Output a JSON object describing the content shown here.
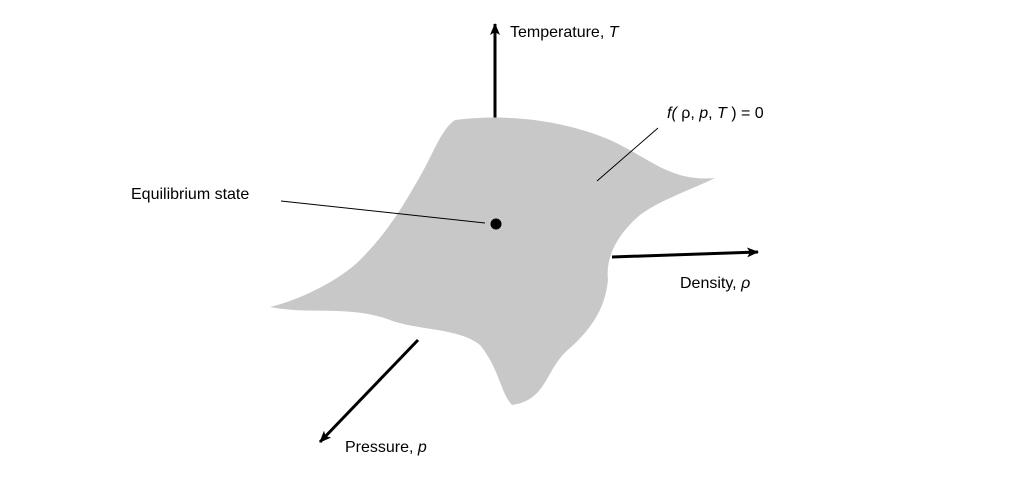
{
  "diagram": {
    "axes": {
      "temperature": {
        "name": "Temperature, ",
        "symbol": "T"
      },
      "density": {
        "name": "Density, ",
        "symbol": "ρ"
      },
      "pressure": {
        "name": "Pressure, ",
        "symbol": "p"
      }
    },
    "equilibrium_label": "Equilibrium state",
    "surface_equation": {
      "func": "f(",
      "rho": " ρ, ",
      "p": "p",
      "sep": ", ",
      "T": "T",
      "tail": " ) = 0"
    },
    "colors": {
      "surface": "#c8c8c8",
      "ink": "#000000",
      "background": "#ffffff"
    }
  }
}
